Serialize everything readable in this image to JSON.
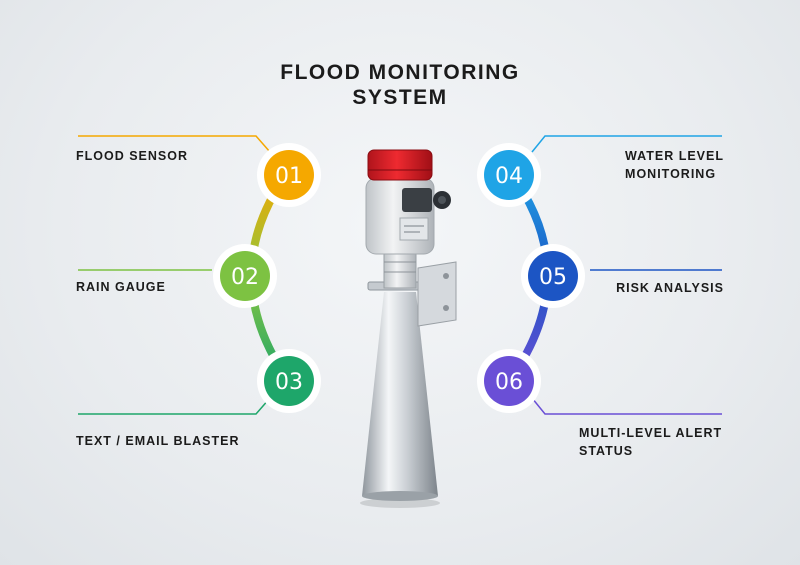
{
  "title": {
    "line1": "FLOOD MONITORING",
    "line2": "SYSTEM"
  },
  "steps": [
    {
      "number": "01",
      "label_lines": [
        "FLOOD SENSOR"
      ],
      "color": "#f5a800"
    },
    {
      "number": "02",
      "label_lines": [
        "RAIN GAUGE"
      ],
      "color": "#7dc242"
    },
    {
      "number": "03",
      "label_lines": [
        "TEXT / EMAIL BLASTER"
      ],
      "color": "#1ea66a"
    },
    {
      "number": "04",
      "label_lines": [
        "WATER LEVEL",
        "MONITORING"
      ],
      "color": "#1fa4e6"
    },
    {
      "number": "05",
      "label_lines": [
        "RISK ANALYSIS"
      ],
      "color": "#1c55c4"
    },
    {
      "number": "06",
      "label_lines": [
        "MULTI-LEVEL ALERT",
        "STATUS"
      ],
      "color": "#6a4fd6"
    }
  ]
}
